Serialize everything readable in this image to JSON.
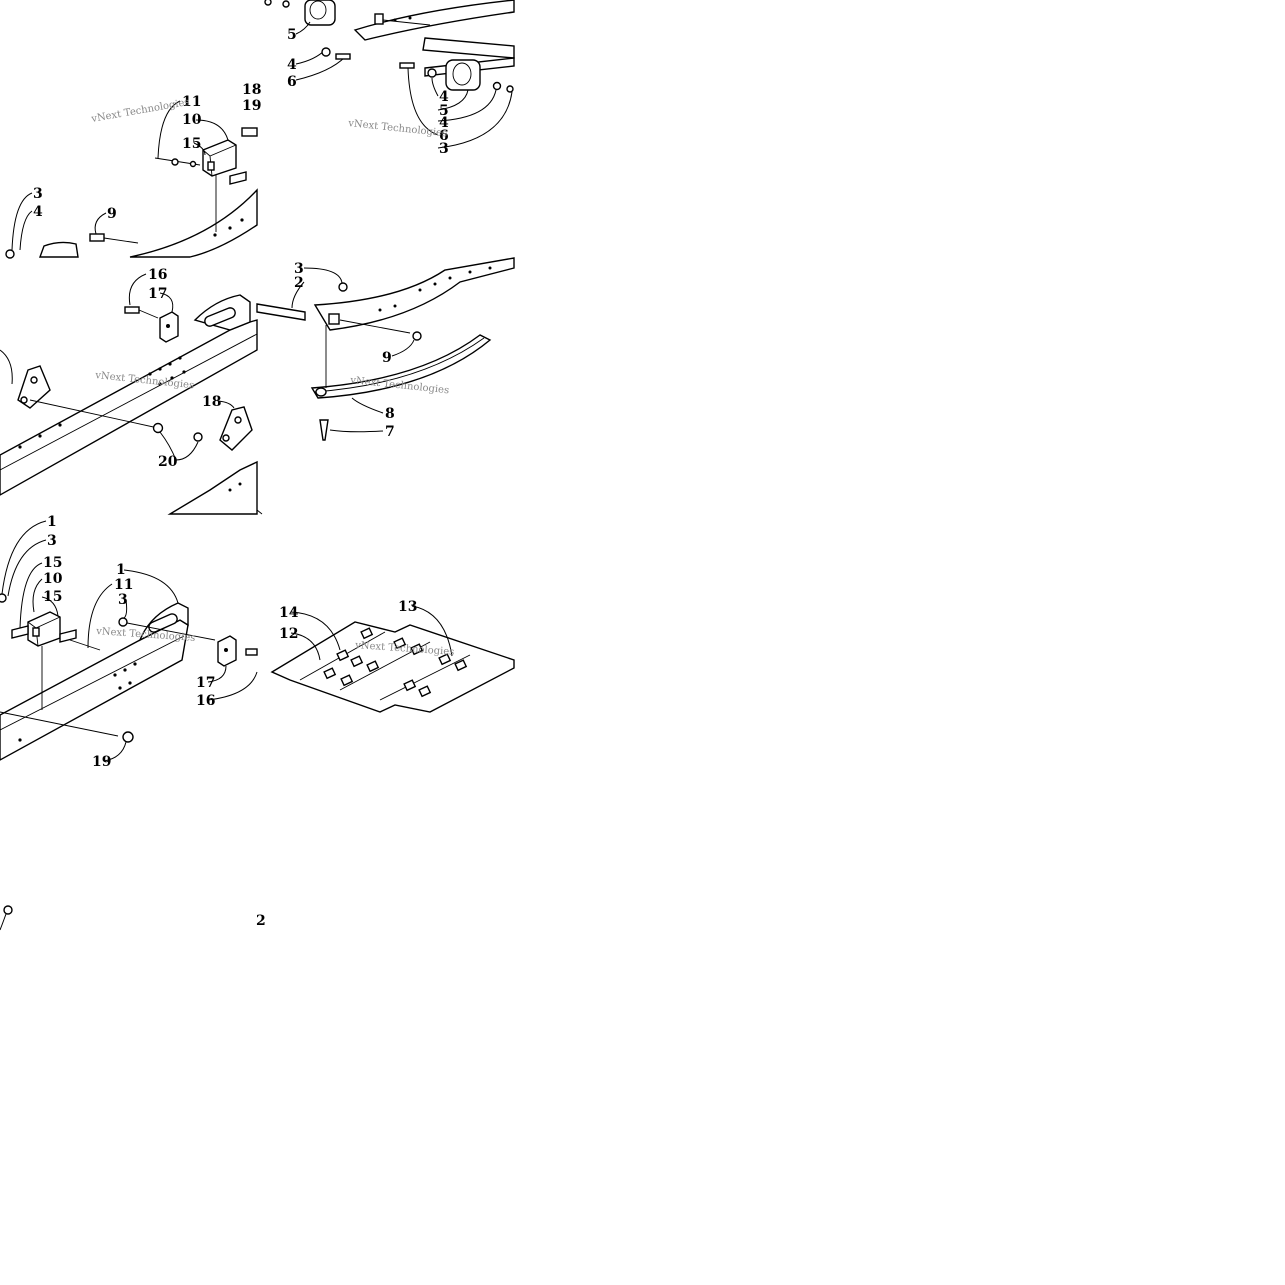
{
  "watermark": "vNext Technologies",
  "callouts": [
    {
      "id": "t1-5",
      "text": "5"
    },
    {
      "id": "t1-4a",
      "text": "4"
    },
    {
      "id": "t1-6a",
      "text": "6"
    },
    {
      "id": "t1-4b",
      "text": "4"
    },
    {
      "id": "t1-5b",
      "text": "5"
    },
    {
      "id": "t1-4c",
      "text": "4"
    },
    {
      "id": "t1-6b",
      "text": "6"
    },
    {
      "id": "t1-3",
      "text": "3"
    },
    {
      "id": "t0-11",
      "text": "11"
    },
    {
      "id": "t0-10",
      "text": "10"
    },
    {
      "id": "t0-15",
      "text": "15"
    },
    {
      "id": "t0-18",
      "text": "18"
    },
    {
      "id": "t0-19",
      "text": "19"
    },
    {
      "id": "t0-3",
      "text": "3"
    },
    {
      "id": "t0-4",
      "text": "4"
    },
    {
      "id": "t0-9",
      "text": "9"
    },
    {
      "id": "m0-16",
      "text": "16"
    },
    {
      "id": "m0-17",
      "text": "17"
    },
    {
      "id": "m0-18",
      "text": "18"
    },
    {
      "id": "m0-20",
      "text": "20"
    },
    {
      "id": "m1-3",
      "text": "3"
    },
    {
      "id": "m1-2",
      "text": "2"
    },
    {
      "id": "m1-9",
      "text": "9"
    },
    {
      "id": "m1-8",
      "text": "8"
    },
    {
      "id": "m1-7",
      "text": "7"
    },
    {
      "id": "b0-1a",
      "text": "1"
    },
    {
      "id": "b0-3a",
      "text": "3"
    },
    {
      "id": "b0-15a",
      "text": "15"
    },
    {
      "id": "b0-10",
      "text": "10"
    },
    {
      "id": "b0-15b",
      "text": "15"
    },
    {
      "id": "b0-1b",
      "text": "1"
    },
    {
      "id": "b0-11",
      "text": "11"
    },
    {
      "id": "b0-3b",
      "text": "3"
    },
    {
      "id": "b0-17",
      "text": "17"
    },
    {
      "id": "b0-16",
      "text": "16"
    },
    {
      "id": "b0-19",
      "text": "19"
    },
    {
      "id": "b1-14",
      "text": "14"
    },
    {
      "id": "b1-13",
      "text": "13"
    },
    {
      "id": "b1-12",
      "text": "12"
    },
    {
      "id": "x-2",
      "text": "2"
    }
  ]
}
